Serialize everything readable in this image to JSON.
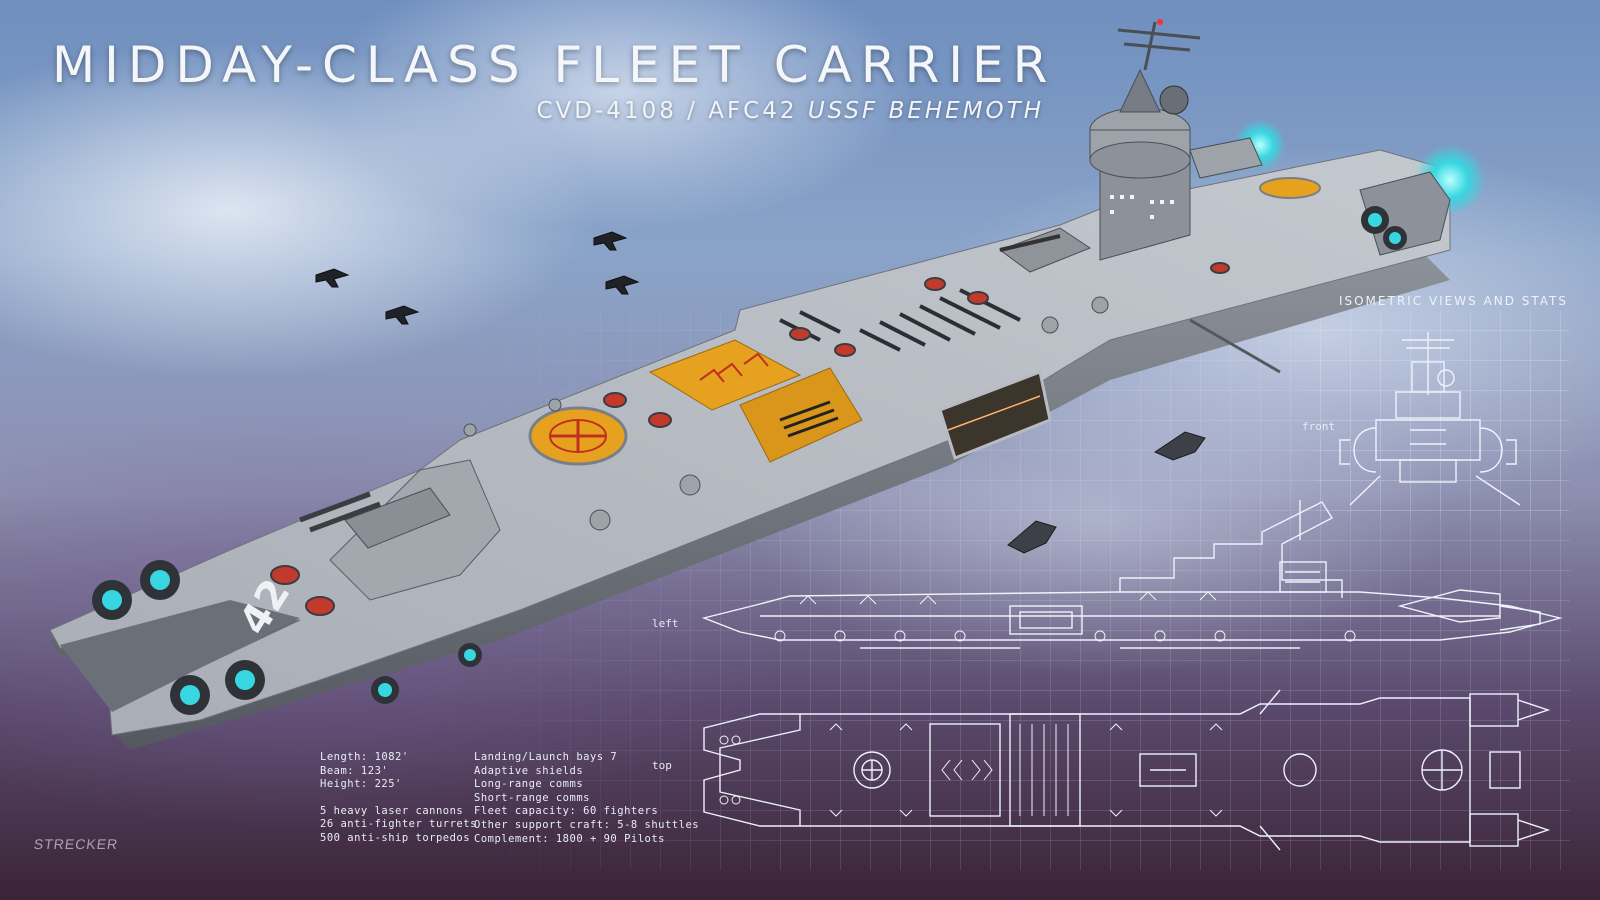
{
  "poster": {
    "title": "MIDDAY-CLASS FLEET CARRIER",
    "subtitle_id": "CVD-4108 / AFC42",
    "subtitle_name": "USSF BEHEMOTH",
    "hull_number": "42",
    "signature": "STRECKER"
  },
  "blueprint": {
    "heading": "ISOMETRIC VIEWS AND STATS",
    "views": {
      "front": "front",
      "left": "left",
      "top": "top"
    }
  },
  "stats": {
    "column1": [
      "Length: 1082'",
      "Beam: 123'",
      "Height: 225'",
      "",
      "5 heavy laser cannons",
      "26 anti-fighter turrets",
      "500 anti-ship torpedos"
    ],
    "column2": [
      "Landing/Launch bays 7",
      "Adaptive shields",
      "Long-range comms",
      "Short-range comms",
      "Fleet capacity: 60 fighters",
      "Other support craft: 5-8 shuttles",
      "Complement: 1800 + 90 Pilots"
    ]
  },
  "colors": {
    "hull": "#9a9ea6",
    "deck": "#b7bbc2",
    "pad_orange": "#e6a21e",
    "engine_glow": "#38d6e0",
    "blueprint_line": "#e8eef8"
  },
  "icons": [
    "fighter-icon",
    "carrier-ship-illustration"
  ]
}
